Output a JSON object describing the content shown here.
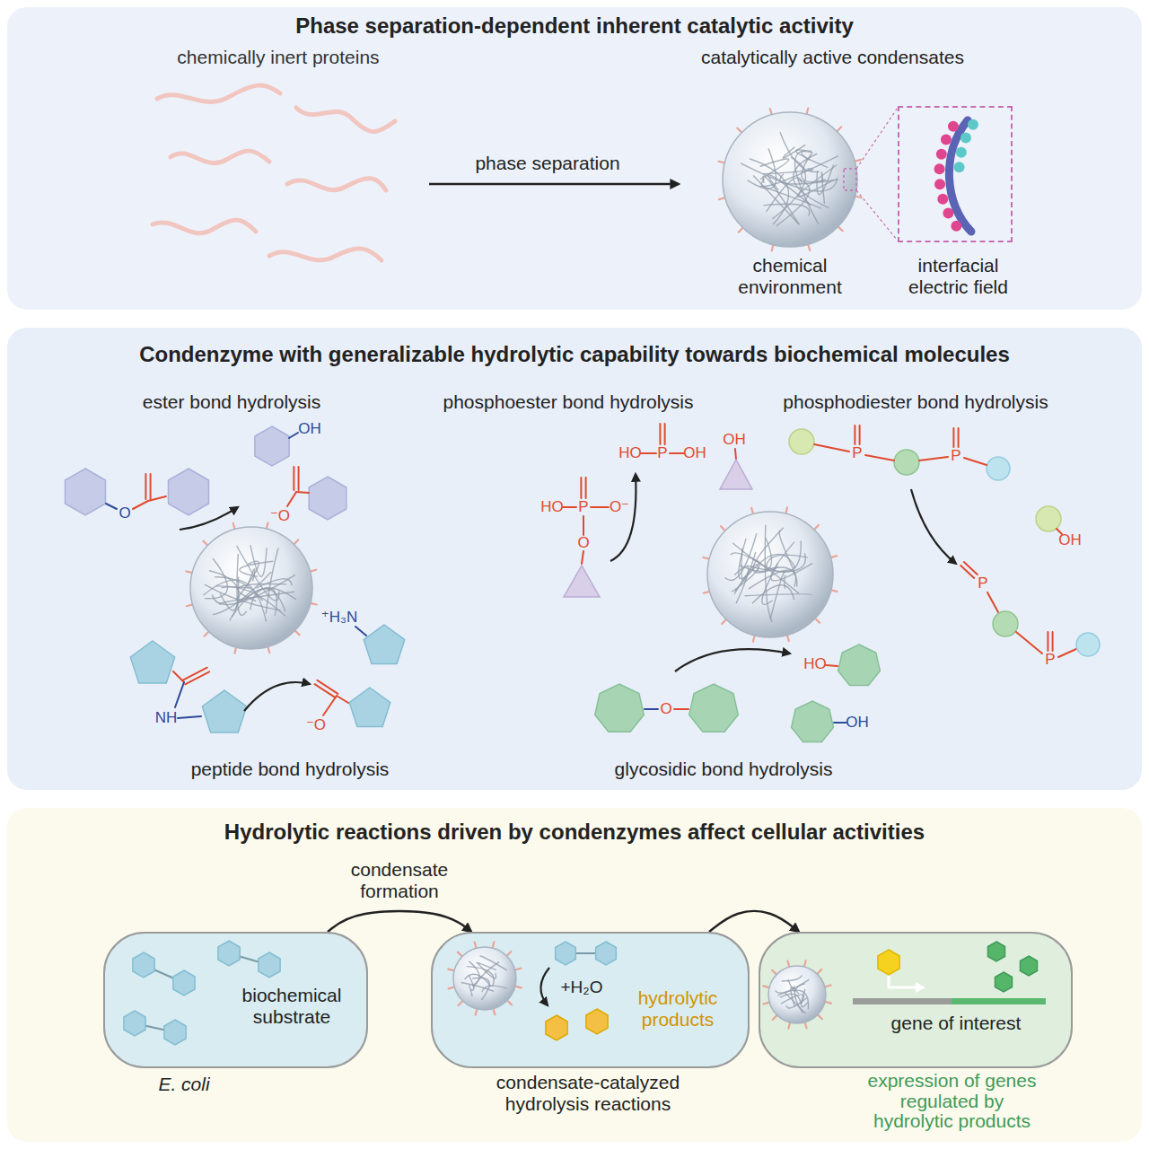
{
  "diagram": {
    "nodes": [
      {
        "text": [
          "Phase separation-dependent inherent catalytic activity"
        ]
      },
      {
        "text": [
          "chemically inert proteins"
        ],
        "in": 0
      },
      {
        "text": [
          "catalytically active condensates",
          "chemical environment"
        ],
        "in": 0
      },
      {
        "text": [
          "interfacial electric field"
        ],
        "in": 0
      },
      {
        "text": [
          "Condenzyme with generalizable hydrolytic capability towards biochemical molecules"
        ]
      },
      {
        "text": [
          "Hydrolytic reactions driven by condenzymes affect cellular activities"
        ]
      },
      {
        "text": [
          "biochemical substrate",
          "E. coli"
        ],
        "in": 5
      },
      {
        "text": [
          "hydrolytic products",
          "condensate-catalyzed hydrolysis reactions"
        ],
        "in": 5
      },
      {
        "text": [
          "gene of interest",
          "expression of genes regulated by hydrolytic products"
        ],
        "in": 5
      }
    ],
    "edges": [
      {
        "from": 1,
        "to": 2,
        "label": "phase separation",
        "arrow": "to"
      },
      {
        "from": 6,
        "to": 7,
        "label": "condensate formation",
        "arrow": "to"
      },
      {
        "from": 7,
        "to": 8,
        "arrow": "to"
      }
    ],
    "labels": [
      "ester bond hydrolysis",
      "phosphoester bond hydrolysis",
      "phosphodiester bond hydrolysis",
      "peptide bond hydrolysis",
      "glycosidic bond hydrolysis",
      "+H₂O",
      "O",
      "OH",
      "⁻O",
      "⁺H₃N",
      "NH",
      "⁻O",
      "HO",
      "P",
      "O",
      "O⁻",
      "HO",
      "P",
      "OH",
      "OH",
      "P",
      "P",
      "P",
      "P",
      "OH",
      "O",
      "HO",
      "OH"
    ]
  }
}
